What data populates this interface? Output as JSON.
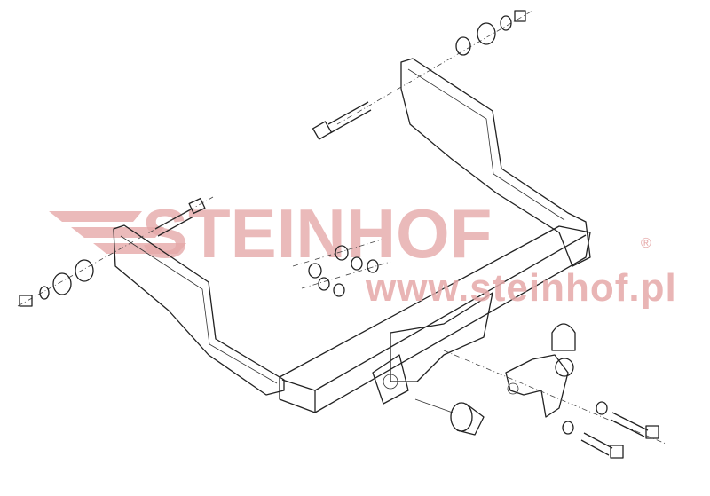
{
  "logo": {
    "brand": "STEINHOF",
    "registered_mark": "®",
    "url": "www.steinhof.pl",
    "color": "#e6a9a9"
  },
  "drawing": {
    "subject": "tow-bar-exploded-view",
    "line_color": "#222222"
  }
}
